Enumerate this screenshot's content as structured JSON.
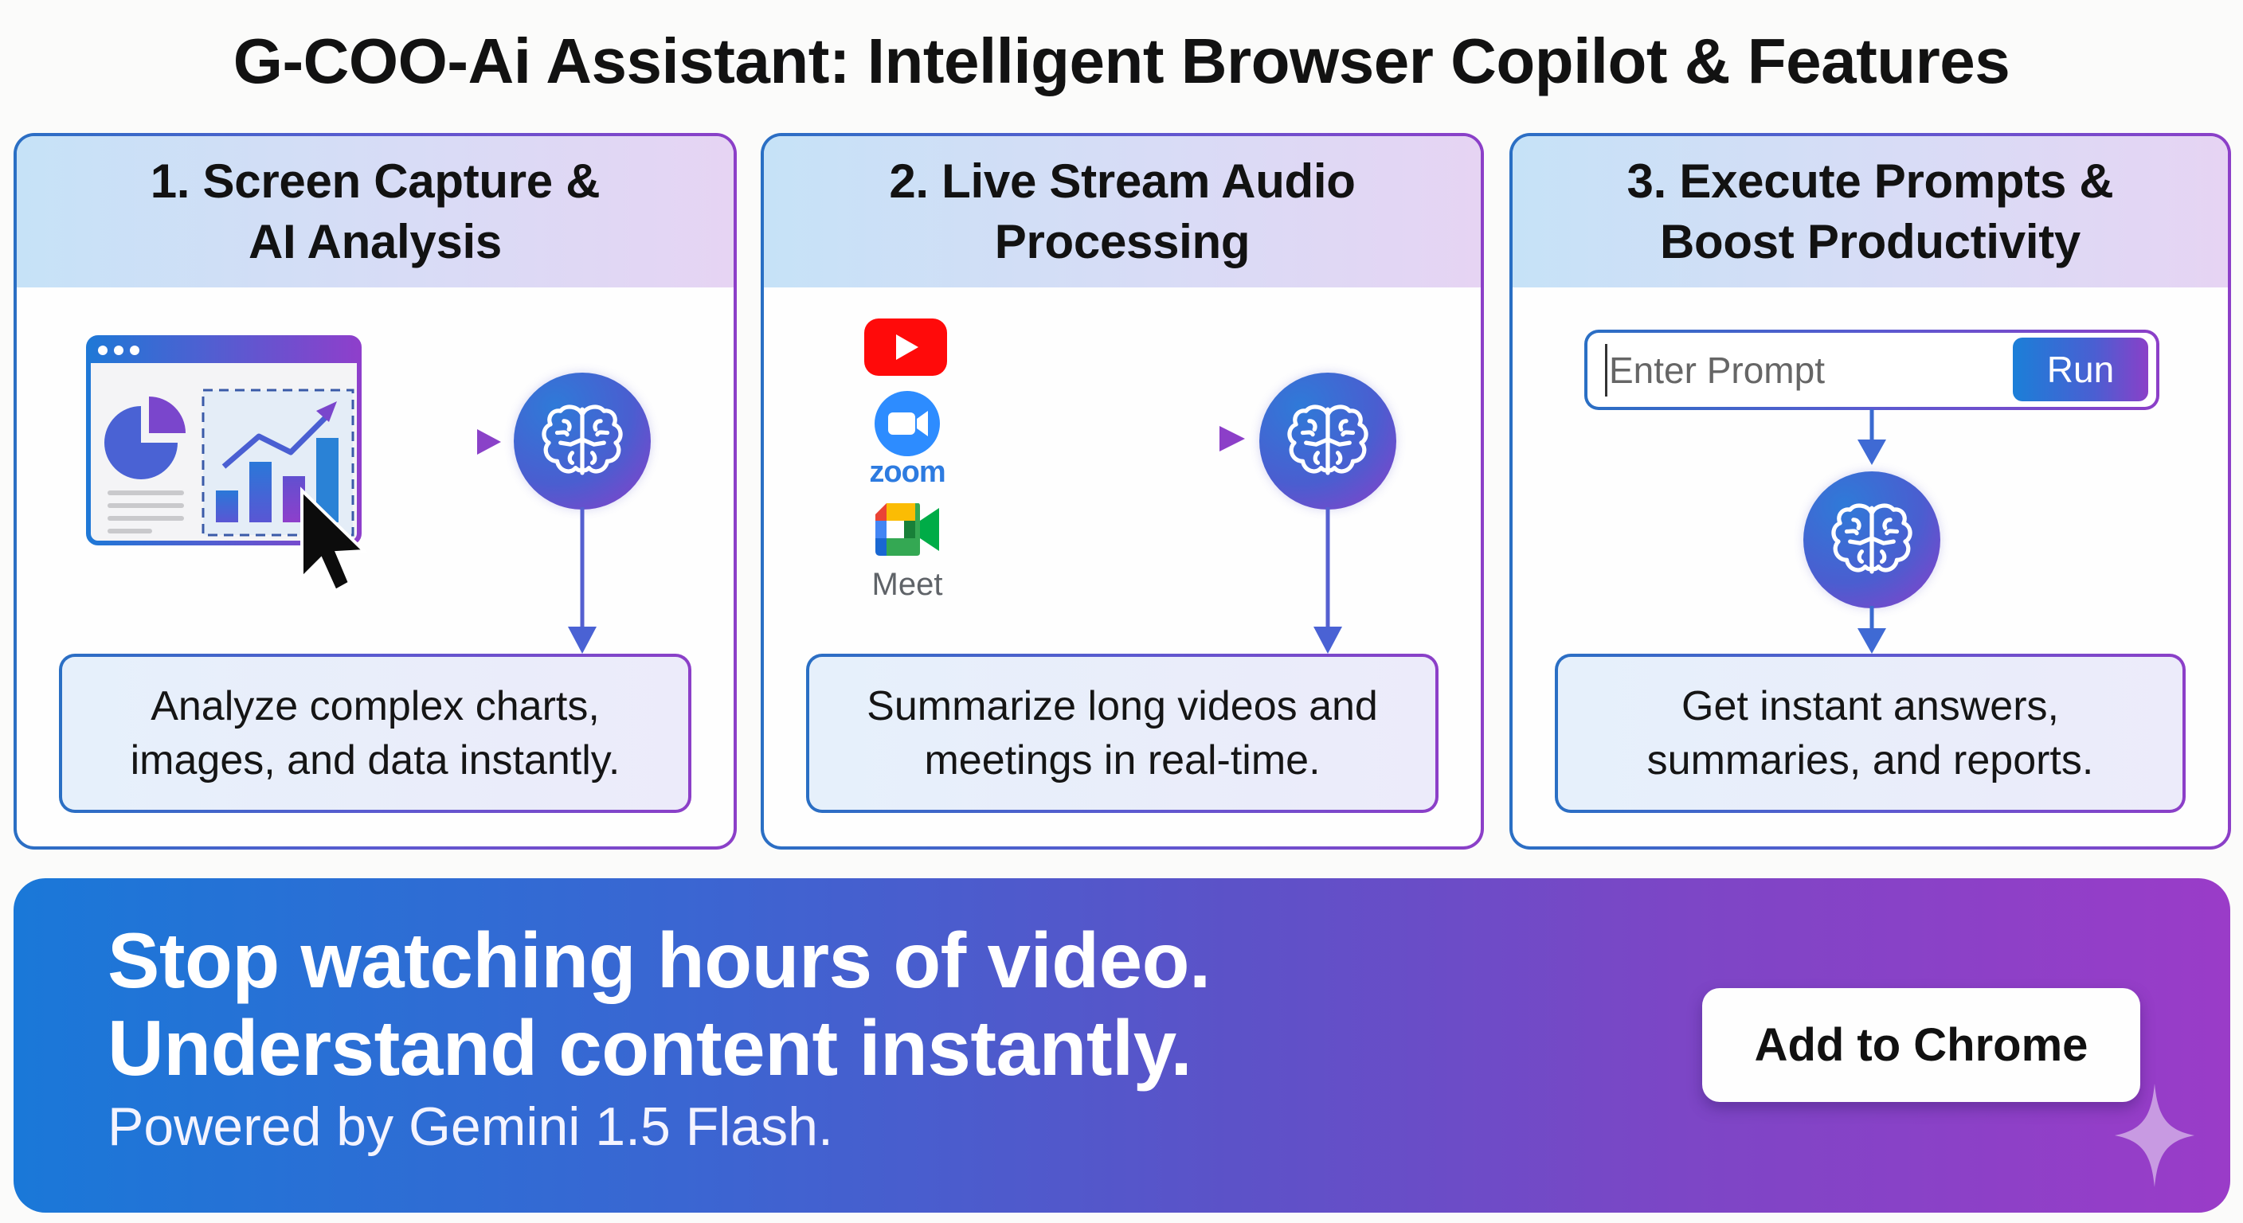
{
  "header": {
    "title": "G-COO-Ai Assistant: Intelligent Browser Copilot & Features"
  },
  "cards": [
    {
      "title_line1": "1. Screen Capture &",
      "title_line2": "AI Analysis",
      "illustration": [
        "browser-window-icon",
        "pie-chart-icon",
        "bar-chart-icon",
        "trend-arrow-icon",
        "mouse-cursor-icon",
        "arrow-right-icon",
        "brain-icon",
        "arrow-down-icon"
      ],
      "feature_line1": "Analyze complex charts,",
      "feature_line2": "images, and data instantly."
    },
    {
      "title_line1": "2. Live Stream Audio",
      "title_line2": "Processing",
      "sources": [
        {
          "name": "YouTube",
          "icon": "youtube-icon",
          "label": ""
        },
        {
          "name": "Zoom",
          "icon": "zoom-icon",
          "label": "zoom"
        },
        {
          "name": "Google Meet",
          "icon": "meet-icon",
          "label": "Meet"
        }
      ],
      "illustration": [
        "audio-waveform-icon",
        "arrow-right-icon",
        "brain-icon",
        "arrow-down-icon"
      ],
      "feature_line1": "Summarize long videos and",
      "feature_line2": "meetings in real-time."
    },
    {
      "title_line1": "3. Execute Prompts &",
      "title_line2": "Boost Productivity",
      "prompt": {
        "placeholder": "Enter Prompt",
        "value": "",
        "run_label": "Run"
      },
      "illustration": [
        "arrow-down-icon",
        "brain-icon",
        "arrow-down-icon"
      ],
      "feature_line1": "Get instant answers,",
      "feature_line2": "summaries, and reports."
    }
  ],
  "banner": {
    "headline_line1": "Stop watching hours of video.",
    "headline_line2": "Understand content instantly.",
    "subtitle": "Powered by Gemini 1.5 Flash.",
    "cta_label": "Add to Chrome",
    "decoration": "sparkle-icon"
  },
  "colors": {
    "accent_blue": "#1a78d8",
    "accent_purple": "#9a3cc8",
    "youtube_red": "#ff0000",
    "zoom_blue": "#2d8cff",
    "text_dark": "#121212"
  }
}
